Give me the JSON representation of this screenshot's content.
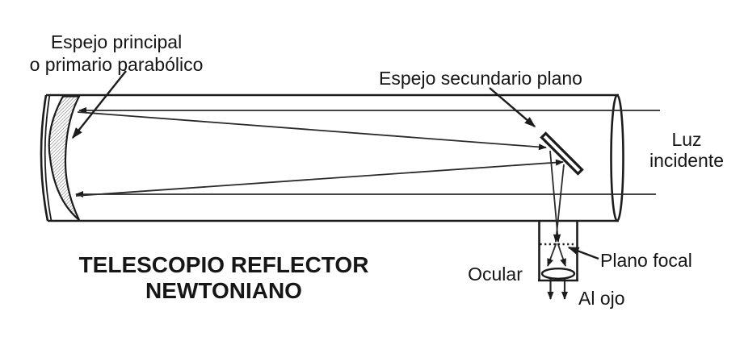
{
  "diagram": {
    "title": {
      "line1": "TELESCOPIO REFLECTOR",
      "line2": "NEWTONIANO"
    },
    "labels": {
      "primary_mirror_line1": "Espejo principal",
      "primary_mirror_line2": "o primario parabólico",
      "secondary_mirror": "Espejo secundario plano",
      "incident_light_line1": "Luz",
      "incident_light_line2": "incidente",
      "eyepiece": "Ocular",
      "focal_plane": "Plano focal",
      "to_eye": "Al ojo"
    },
    "colors": {
      "ink": "#1c1c1c",
      "background": "#ffffff"
    }
  }
}
